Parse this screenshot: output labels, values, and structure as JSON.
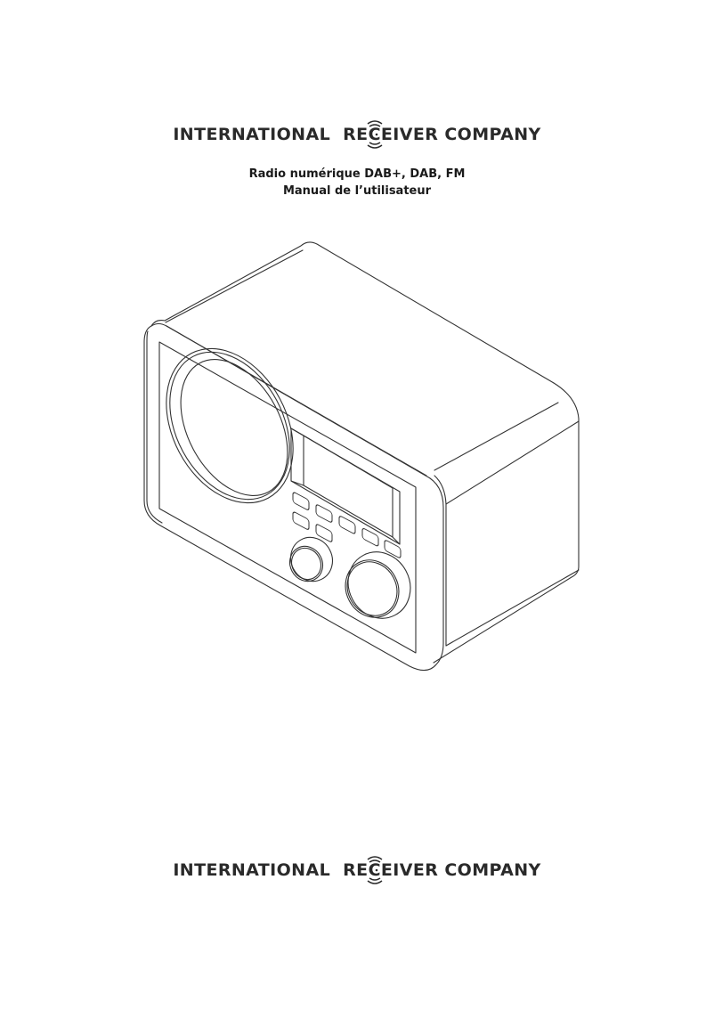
{
  "header_logo": {
    "part1": "INTERNATIONAL",
    "part2_prefix": "RE",
    "part2_c": "C",
    "part2_suffix": "EIVER",
    "part3": "COMPANY"
  },
  "title": {
    "line1": "Radio numérique DAB+, DAB, FM",
    "line2": "Manual de l’utilisateur"
  },
  "illustration": {
    "subject": "radio-line-drawing",
    "front_buttons_count": 7,
    "knobs_count": 2
  },
  "footer_logo": {
    "part1": "INTERNATIONAL",
    "part2_prefix": "RE",
    "part2_c": "C",
    "part2_suffix": "EIVER",
    "part3": "COMPANY"
  },
  "colors": {
    "text": "#2a2a2a",
    "line": "#333333",
    "background": "#ffffff"
  }
}
